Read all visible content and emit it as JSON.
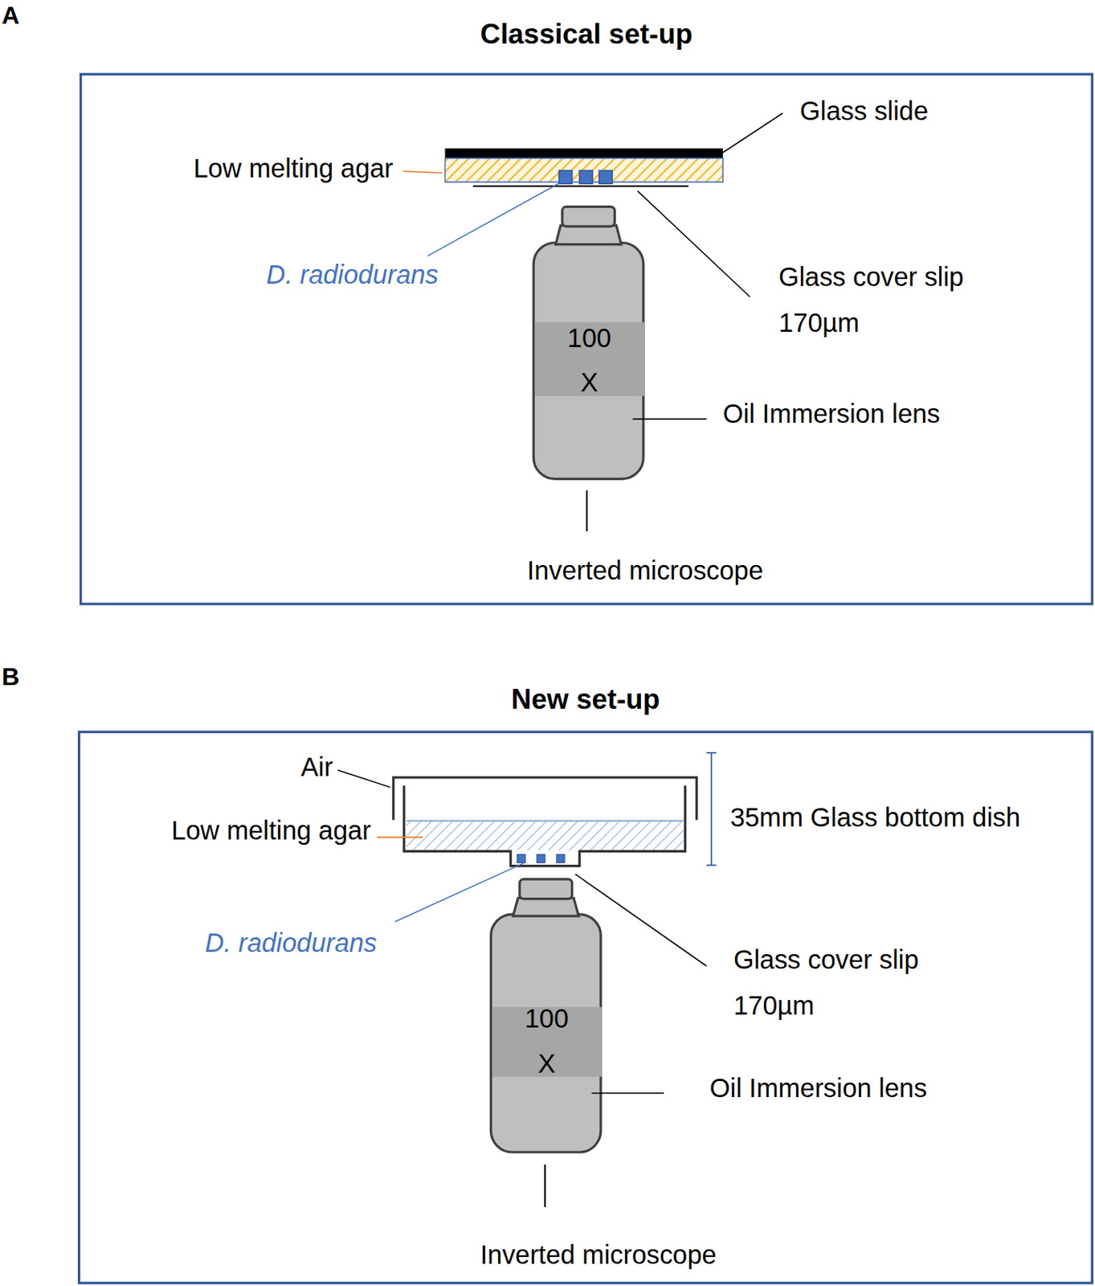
{
  "diagram": {
    "nodes": [
      {
        "text": [
          "Classical set-up"
        ]
      },
      {
        "text": [
          "New set-up"
        ]
      }
    ],
    "labels": [
      "A",
      "Glass slide",
      "Low melting agar",
      "D. radiodurans",
      "Glass cover slip 170µm",
      "100 X",
      "Oil Immersion lens",
      "Inverted microscope",
      "B",
      "Air",
      "35mm Glass bottom dish",
      "Low melting agar",
      "D. radiodurans",
      "Glass cover slip 170µm",
      "100 X",
      "Oil Immersion lens",
      "Inverted microscope"
    ]
  }
}
